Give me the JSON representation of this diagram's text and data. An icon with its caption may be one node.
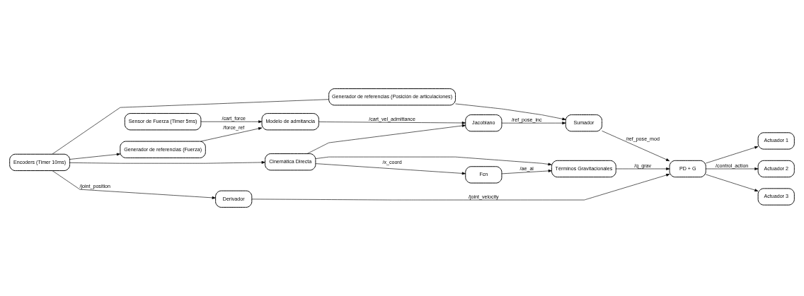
{
  "diagram": {
    "nodes": [
      {
        "text": [
          "Sensor de Fuerza (Timer 5ms)"
        ]
      },
      {
        "text": [
          "Encoders (Timer 10ms)"
        ]
      },
      {
        "text": [
          "Generador de referencias (Fuerza)"
        ]
      },
      {
        "text": [
          "Generador de referencias (Posición de articulaciones)"
        ]
      },
      {
        "text": [
          "Modelo de admitancia"
        ]
      },
      {
        "text": [
          "Jacobiano"
        ]
      },
      {
        "text": [
          "Sumador"
        ]
      },
      {
        "text": [
          "Derivador"
        ]
      },
      {
        "text": [
          "Cinemática Directa"
        ]
      },
      {
        "text": [
          "Fcn"
        ]
      },
      {
        "text": [
          "Términos Gravitacionales"
        ]
      },
      {
        "text": [
          "PD + G"
        ]
      },
      {
        "text": [
          "Actuador 1"
        ]
      },
      {
        "text": [
          "Actuador 2"
        ]
      },
      {
        "text": [
          "Actuador 3"
        ]
      }
    ],
    "edges": [
      {
        "from": 0,
        "to": 4,
        "arrow": "to",
        "label": "/cart_force"
      },
      {
        "from": 1,
        "to": 2,
        "arrow": "to"
      },
      {
        "from": 1,
        "to": 3,
        "arrow": "none"
      },
      {
        "from": 1,
        "to": 7,
        "arrow": "to",
        "label": "/joint_position"
      },
      {
        "from": 1,
        "to": 8,
        "arrow": "to"
      },
      {
        "from": 2,
        "to": 4,
        "arrow": "to",
        "label": "/force_ref"
      },
      {
        "from": 4,
        "to": 5,
        "arrow": "to",
        "label": "/cart_vel_admittance"
      },
      {
        "from": 8,
        "to": 5,
        "arrow": "to"
      },
      {
        "from": 5,
        "to": 6,
        "arrow": "to",
        "label": "/ref_pose_inc"
      },
      {
        "from": 3,
        "to": 6,
        "arrow": "to"
      },
      {
        "from": 6,
        "to": 11,
        "arrow": "to",
        "label": "/ref_pose_mod"
      },
      {
        "from": 7,
        "to": 11,
        "arrow": "to",
        "label": "/joint_velocity"
      },
      {
        "from": 8,
        "to": 10,
        "arrow": "to"
      },
      {
        "from": 8,
        "to": 9,
        "arrow": "to",
        "label": "/x_coord"
      },
      {
        "from": 9,
        "to": 10,
        "arrow": "to",
        "label": "/ae_ai"
      },
      {
        "from": 10,
        "to": 11,
        "arrow": "to",
        "label": "/q_grav"
      },
      {
        "from": 11,
        "to": 12,
        "arrow": "to"
      },
      {
        "from": 11,
        "to": 13,
        "arrow": "to",
        "label": "/control_action"
      },
      {
        "from": 11,
        "to": 14,
        "arrow": "to"
      }
    ]
  }
}
